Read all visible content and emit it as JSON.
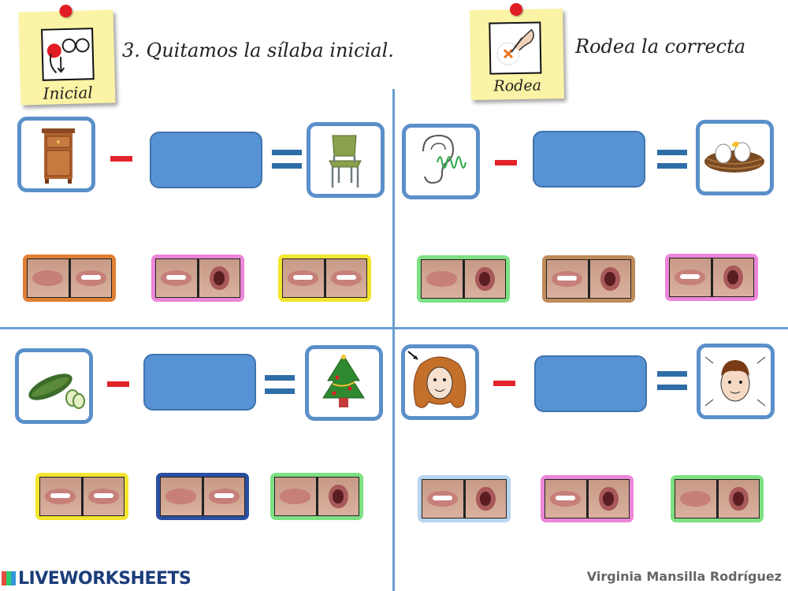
{
  "header": {
    "left_card_caption": "Inicial",
    "title": "3. Quitamos la sílaba inicial.",
    "right_card_caption": "Rodea",
    "instruction": "Rodea la correcta"
  },
  "exercises": [
    {
      "word_icon": "nightstand-icon",
      "result_icon": "chair-icon",
      "choice_colors": [
        "#e07f34",
        "#ec86d8",
        "#f3e530"
      ]
    },
    {
      "word_icon": "ear-icon",
      "result_icon": "nest-icon",
      "choice_colors": [
        "#7ee083",
        "#c08b5a",
        "#ec86d8"
      ]
    },
    {
      "word_icon": "cucumber-icon",
      "result_icon": "christmas-tree-icon",
      "choice_colors": [
        "#f3e530",
        "#2b4fa2",
        "#7ee083"
      ]
    },
    {
      "word_icon": "hair-icon",
      "result_icon": "face-icon",
      "choice_colors": [
        "#b8d4ee",
        "#ec86d8",
        "#7ee083"
      ]
    }
  ],
  "footer": {
    "logo": "LIVEWORKSHEETS",
    "author": "Virginia Mansilla Rodríguez"
  }
}
